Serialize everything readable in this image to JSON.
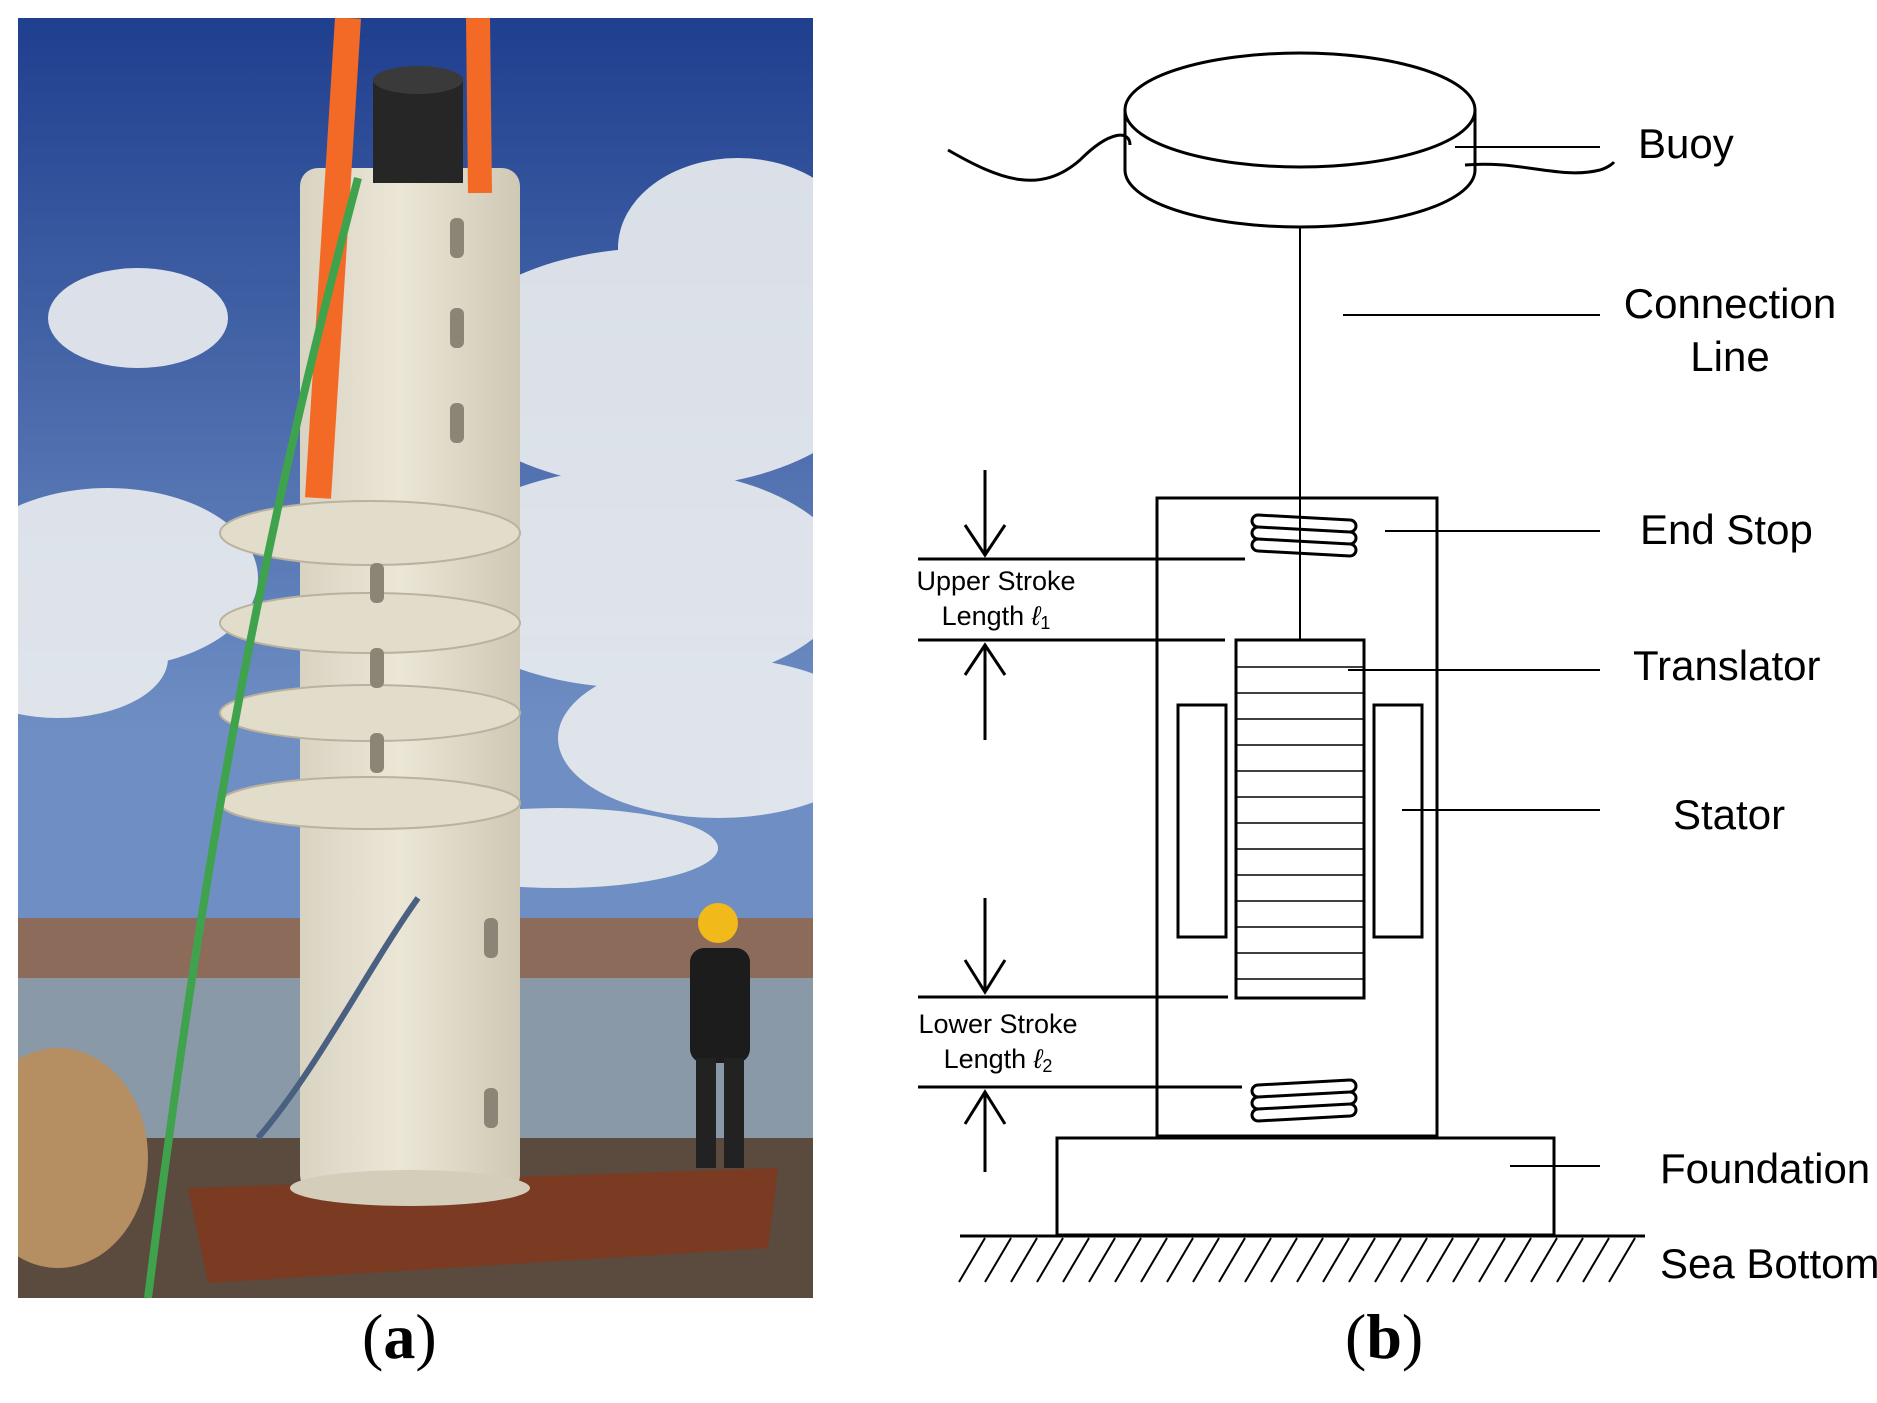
{
  "panel_a": {
    "label_open": "(",
    "label_letter": "a",
    "label_close": ")",
    "colors": {
      "sky_top": "#1f3f8f",
      "sky_bottom": "#6f8fc4",
      "cloud": "#e9ecef",
      "generator_body": "#ebe6d6",
      "lifting_strap": "#f26a25",
      "green_rope": "#3fa34d",
      "frame_rust": "#7a3b22",
      "water": "#8a99a8"
    }
  },
  "panel_b": {
    "label_open": "(",
    "label_letter": "b",
    "label_close": ")",
    "labels": {
      "buoy": "Buoy",
      "connection_line_1": "Connection",
      "connection_line_2": "Line",
      "end_stop": "End Stop",
      "translator": "Translator",
      "stator": "Stator",
      "foundation": "Foundation",
      "sea_bottom": "Sea Bottom",
      "upper_stroke_1": "Upper Stroke",
      "upper_stroke_2": "Length ",
      "upper_stroke_sym": "ℓ",
      "upper_stroke_sub": "1",
      "lower_stroke_1": "Lower Stroke",
      "lower_stroke_2": "Length ",
      "lower_stroke_sym": "ℓ",
      "lower_stroke_sub": "2"
    }
  }
}
